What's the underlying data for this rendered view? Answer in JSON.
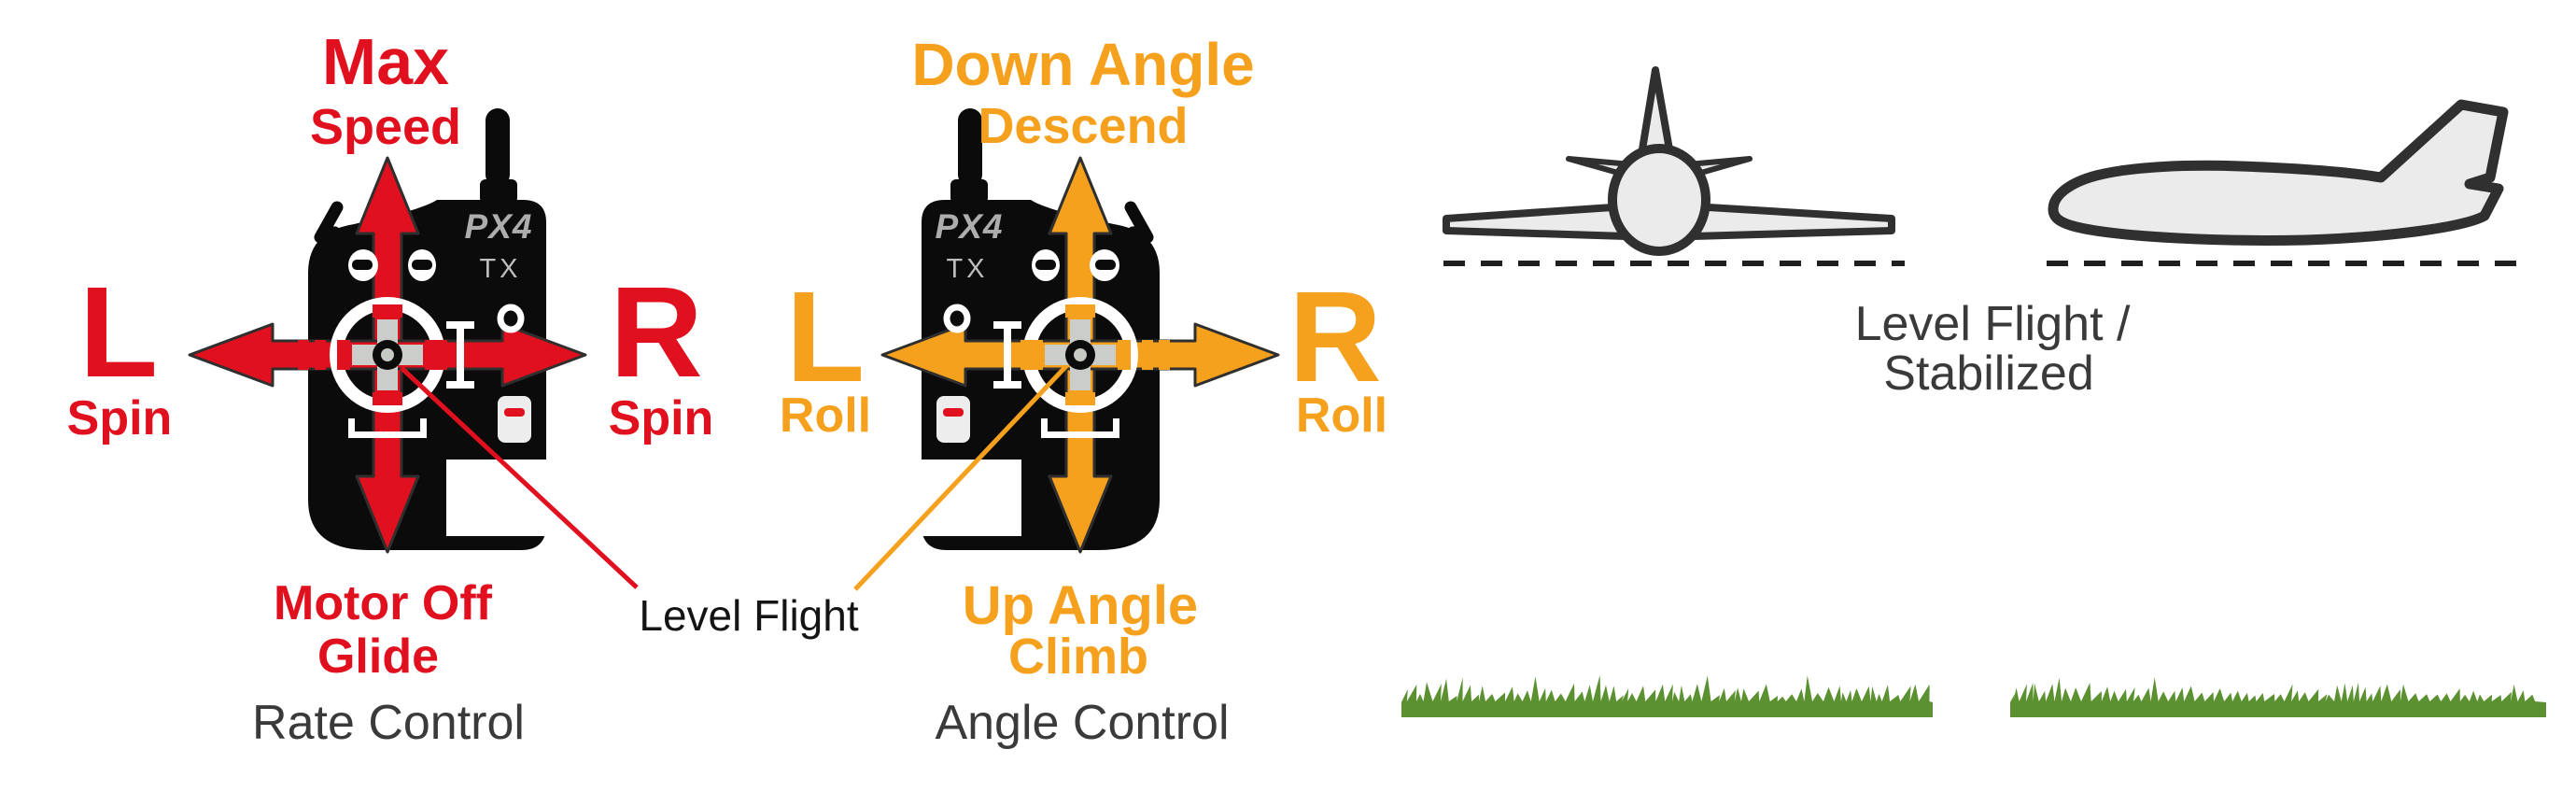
{
  "title": "PX4 transmitter control modes diagram",
  "colors": {
    "red": "#E1101E",
    "orange": "#F5A11E",
    "dark_text": "#3A3A3A",
    "label_black": "#141414",
    "tx_body": "#0B0B0B",
    "logo_gray": "#ADADAD",
    "tx_gray": "#BDBDBD",
    "plane_fill": "#EBEBEB",
    "plane_stroke": "#303030",
    "ground_line": "#1F1F1F",
    "grass": "#5B9130",
    "stick_gray": "#CBCDCA",
    "stick_dot": "#C6C9C4"
  },
  "left_group": {
    "top_line1": "Max",
    "top_line2": "Speed",
    "left_letter": "L",
    "left_word": "Spin",
    "right_letter": "R",
    "right_word": "Spin",
    "bottom_line1": "Motor Off",
    "bottom_line2": "Glide",
    "caption": "Rate Control"
  },
  "middle_group": {
    "top_line1": "Down Angle",
    "top_line2": "Descend",
    "left_letter": "L",
    "left_word": "Roll",
    "right_letter": "R",
    "right_word": "Roll",
    "bottom_line1": "Up Angle",
    "bottom_line2": "Climb",
    "caption": "Angle Control"
  },
  "transmitter": {
    "brand": "PX4",
    "label": "TX"
  },
  "pointer_label": "Level Flight",
  "right_group": {
    "caption_line1": "Level Flight /",
    "caption_line2": "Stabilized"
  }
}
